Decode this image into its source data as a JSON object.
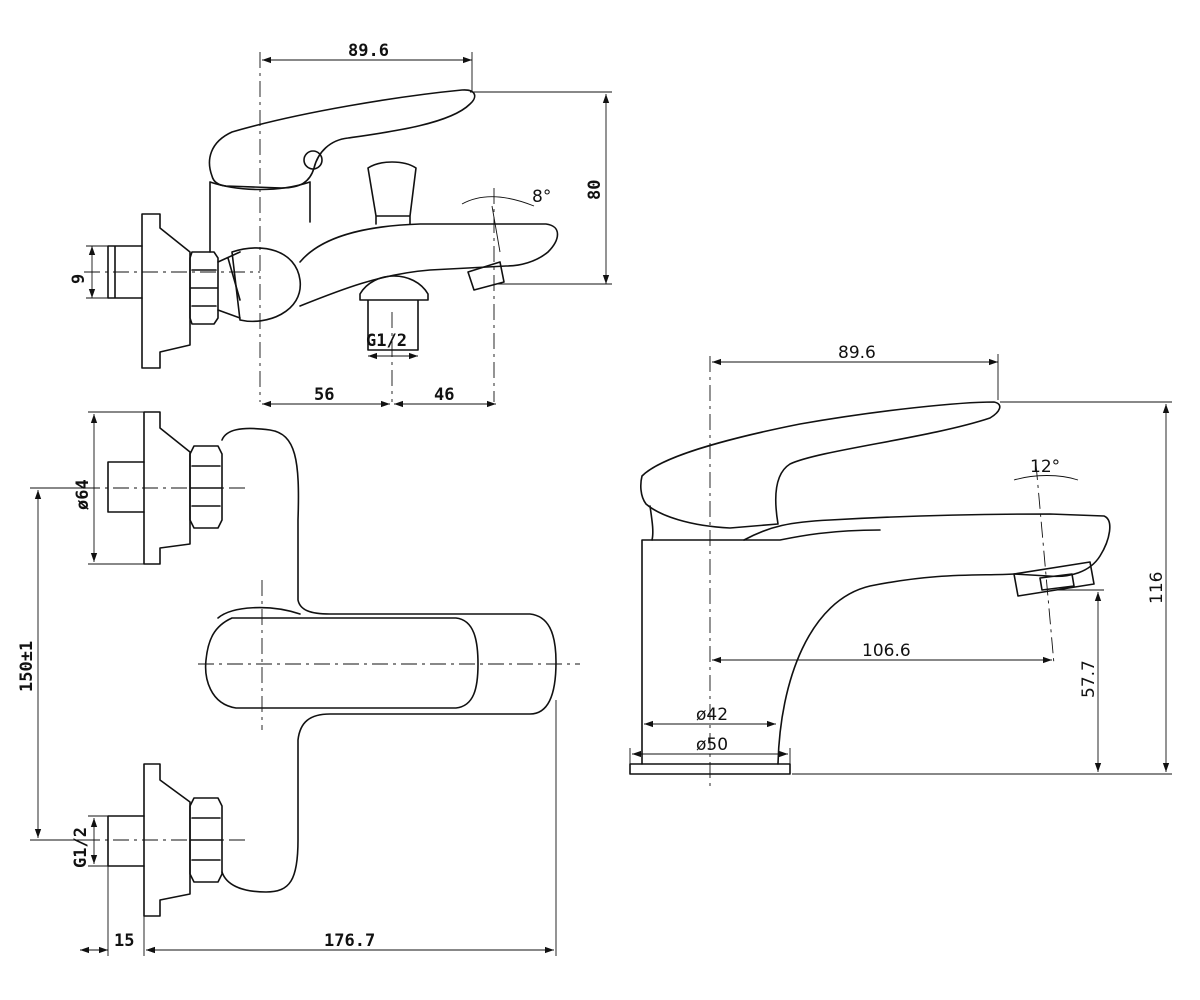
{
  "side_view": {
    "width_label": "89.6",
    "height_label": "80",
    "tilt_angle_label": "8°",
    "pipe_dim_label": "9",
    "outlet_thread_label": "G1/2",
    "left_offset_label": "56",
    "right_offset_label": "46"
  },
  "top_view": {
    "flange_dia_label": "ø64",
    "centers_label": "150±1",
    "inlet_thread_label": "G1/2",
    "wall_depth_label": "15",
    "projection_label": "176.7"
  },
  "basin_view": {
    "width_label": "89.6",
    "spout_angle_label": "12°",
    "reach_label": "106.6",
    "height_label": "116",
    "spout_height_label": "57.7",
    "body_dia_label": "ø42",
    "base_dia_label": "ø50"
  }
}
